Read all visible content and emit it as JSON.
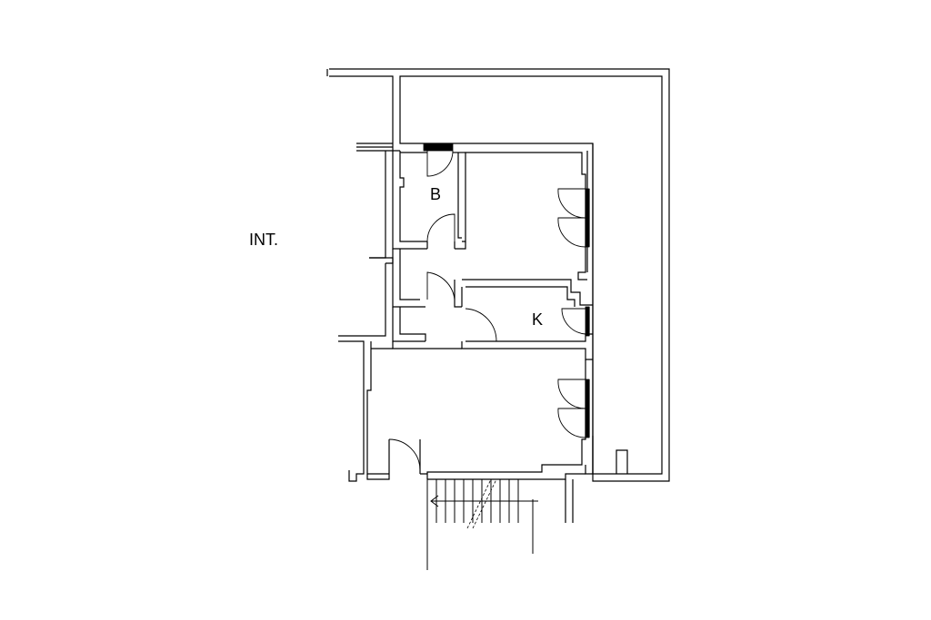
{
  "labels": {
    "interior": "INT.",
    "room_b": "B",
    "room_k": "K"
  }
}
